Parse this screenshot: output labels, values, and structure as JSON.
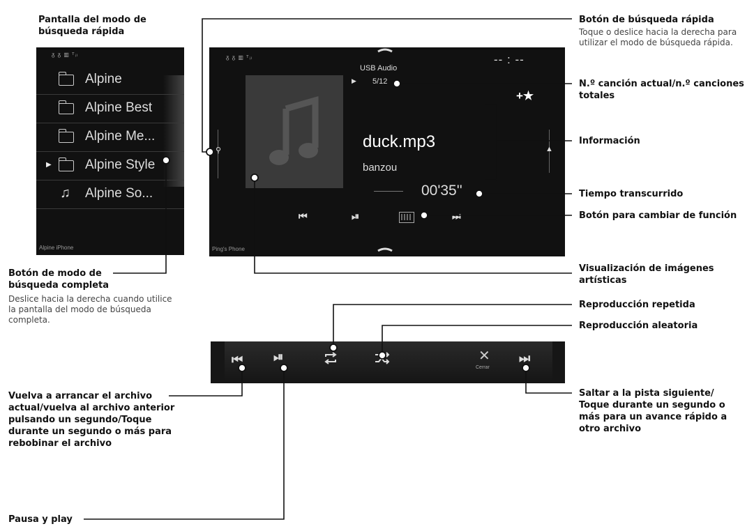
{
  "left_screen": {
    "title_label": "Pantalla del modo de búsqueda rápida",
    "status_icons": "ᵹ ᵹ ▥ ᵀᵢₗ",
    "items": [
      {
        "label": "Alpine",
        "icon": "folder-icon"
      },
      {
        "label": "Alpine Best",
        "icon": "folder-icon"
      },
      {
        "label": "Alpine Me...",
        "icon": "folder-icon"
      },
      {
        "label": "Alpine Style",
        "icon": "folder-icon"
      },
      {
        "label": "Alpine So...",
        "icon": "music-note-icon"
      }
    ],
    "footer": "Alpine iPhone"
  },
  "main_screen": {
    "source": "USB Audio",
    "track_counter": "5/12",
    "clock": "-- : --",
    "song_title": "duck.mp3",
    "artist": "banzou",
    "elapsed": "00'35''",
    "footer": "Ping's Phone",
    "favorite_icon": "+★"
  },
  "bottom_bar": {
    "close_label": "Cerrar"
  },
  "callouts": {
    "quick_search_button": "Botón de búsqueda rápida",
    "quick_search_desc": "Toque o deslice hacia la derecha para utilizar el modo de búsqueda rápida.",
    "track_number": "N.º canción actual/n.º canciones totales",
    "information": "Información",
    "elapsed_time": "Tiempo transcurrido",
    "function_switch": "Botón para cambiar de función",
    "artwork_display": "Visualización de imágenes artísticas",
    "full_search_button": "Botón de modo de búsqueda completa",
    "full_search_desc": "Deslice hacia la derecha cuando utilice la pantalla del modo de búsqueda completa.",
    "repeat": "Reproducción repetida",
    "shuffle": "Reproducción aleatoria",
    "previous": "Vuelva a arrancar el archivo actual/vuelva al archivo anterior pulsando un segundo/Toque durante un segundo o más para rebobinar el archivo",
    "next": "Saltar a la pista siguiente/ Toque durante un segundo o más para un avance rápido a otro archivo",
    "pause_play": "Pausa y play"
  }
}
